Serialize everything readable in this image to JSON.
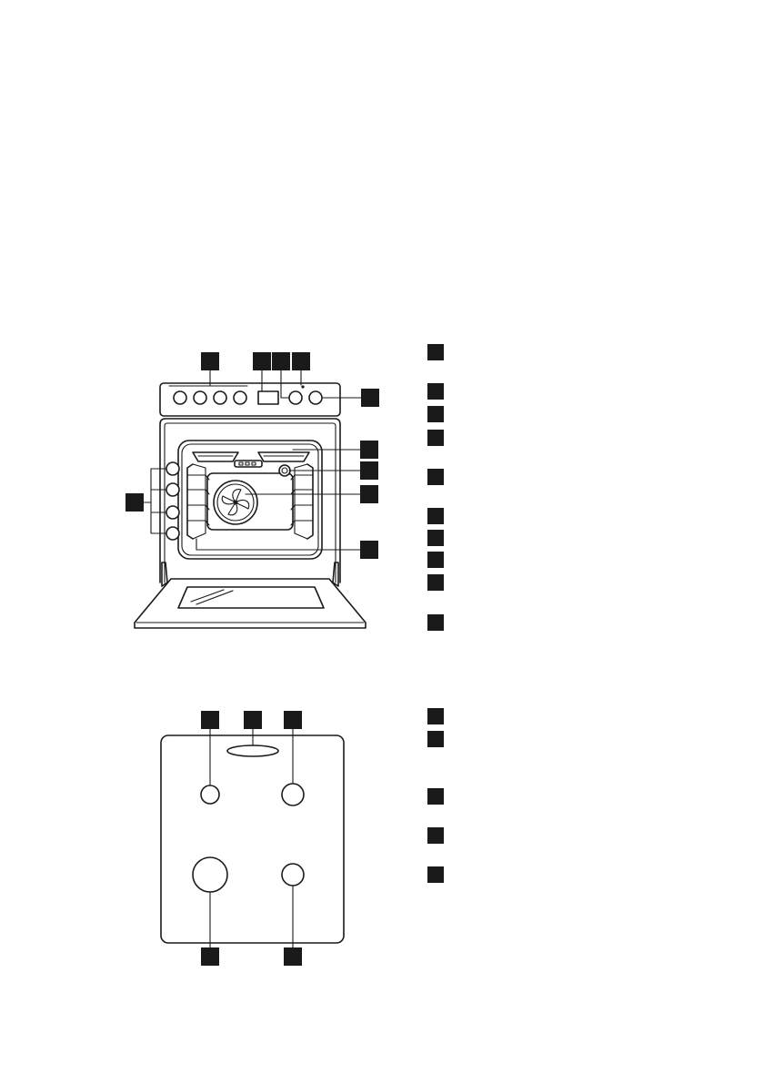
{
  "oven_diagram": {
    "parts": [
      {
        "name": "control-knobs-callout"
      },
      {
        "name": "display-callout"
      },
      {
        "name": "left-control-knob-callout"
      },
      {
        "name": "indicator-light-callout"
      },
      {
        "name": "right-control-knob-callout"
      },
      {
        "name": "grill-heater-callout"
      },
      {
        "name": "oven-lamp-callout"
      },
      {
        "name": "fan-callout"
      },
      {
        "name": "shelf-supports-callout"
      },
      {
        "name": "shelf-positions-callout"
      }
    ],
    "shelf_positions": 4,
    "control_knobs": 4
  },
  "hob_diagram": {
    "zones": [
      {
        "name": "rear-left-zone"
      },
      {
        "name": "rating-label"
      },
      {
        "name": "rear-right-zone"
      },
      {
        "name": "front-left-zone"
      },
      {
        "name": "front-right-zone"
      }
    ]
  },
  "legend": {
    "oven_items": 10,
    "hob_items": 5
  }
}
